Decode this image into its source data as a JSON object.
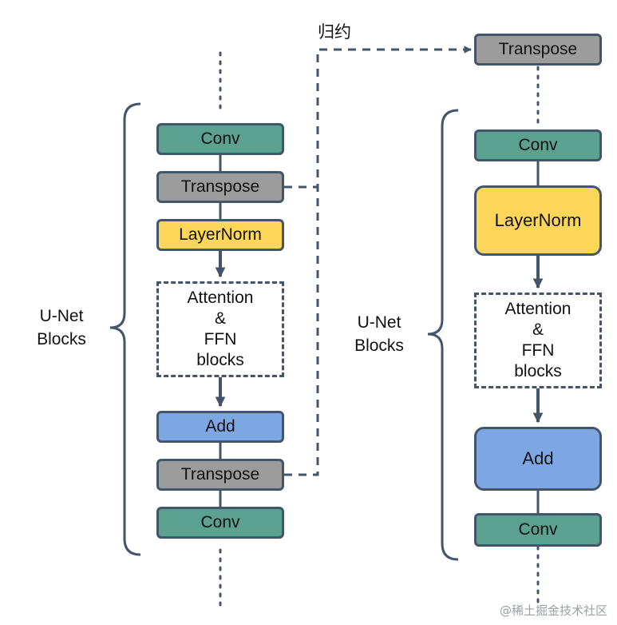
{
  "colors": {
    "conv": "#5aa28f",
    "transpose": "#9c9c9c",
    "layernorm": "#fdd65a",
    "add": "#7da7e3",
    "line": "#44546a"
  },
  "reduce_label": "归约",
  "left": {
    "group_label_line1": "U-Net",
    "group_label_line2": "Blocks",
    "conv_top": "Conv",
    "transpose_top": "Transpose",
    "layernorm": "LayerNorm",
    "attention_line1": "Attention",
    "attention_line2": "&",
    "attention_line3": "FFN",
    "attention_line4": "blocks",
    "add": "Add",
    "transpose_bottom": "Transpose",
    "conv_bottom": "Conv"
  },
  "right": {
    "transpose": "Transpose",
    "group_label_line1": "U-Net",
    "group_label_line2": "Blocks",
    "conv_top": "Conv",
    "layernorm": "LayerNorm",
    "attention_line1": "Attention",
    "attention_line2": "&",
    "attention_line3": "FFN",
    "attention_line4": "blocks",
    "add": "Add",
    "conv_bottom": "Conv"
  },
  "watermark": "@稀土掘金技术社区"
}
